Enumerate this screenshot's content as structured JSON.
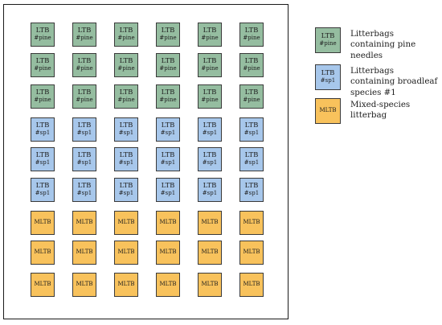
{
  "bag_types": {
    "pine": {
      "line1": "LTB",
      "line2": "#pine",
      "color": "#95bda0",
      "description": "Litterbags containing pine needles"
    },
    "sp1": {
      "line1": "LTB",
      "line2": "#sp1",
      "color": "#a7c7eb",
      "description": "Litterbags containing broadleaf species #1"
    },
    "mixed": {
      "line1": "MLTB",
      "line2": "",
      "color": "#f8c25c",
      "description": "Mixed-species litterbag"
    }
  },
  "grid": {
    "columns": 6,
    "rows": [
      "pine",
      "pine",
      "pine",
      "sp1",
      "sp1",
      "sp1",
      "mixed",
      "mixed",
      "mixed"
    ]
  },
  "legend": [
    "pine",
    "sp1",
    "mixed"
  ]
}
